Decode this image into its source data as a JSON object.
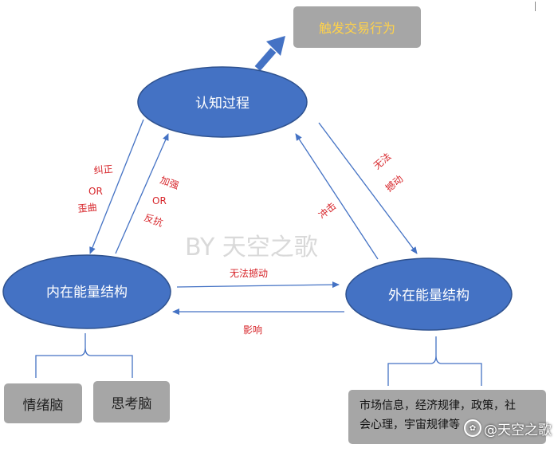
{
  "nodes": {
    "cognition": "认知过程",
    "internal": "内在能量结构",
    "external": "外在能量结构"
  },
  "boxes": {
    "trigger": "触发交易行为",
    "emotion": "情绪脑",
    "thought": "思考脑",
    "market_line1": "市场信息，经济规律，政策，社",
    "market_line2": "会心理，宇宙规律等"
  },
  "labels": {
    "correct": "纠正",
    "or1": "OR",
    "distort": "歪曲",
    "strengthen": "加强",
    "or2": "OR",
    "resist": "反抗",
    "no_way": "无法",
    "shake": "撼动",
    "impact": "冲击",
    "cannot_shake": "无法撼动",
    "influence": "影响"
  },
  "watermark": "BY 天空之歌",
  "footer_badge": "@天空之歌",
  "colors": {
    "ellipse_fill": "#4472c4",
    "ellipse_stroke": "#2f528f",
    "arrow": "#4472c4",
    "label_red": "#d7262b",
    "box_gray": "#a6a6a6",
    "trigger_text": "#ffd24a",
    "bracket": "#4472c4"
  }
}
